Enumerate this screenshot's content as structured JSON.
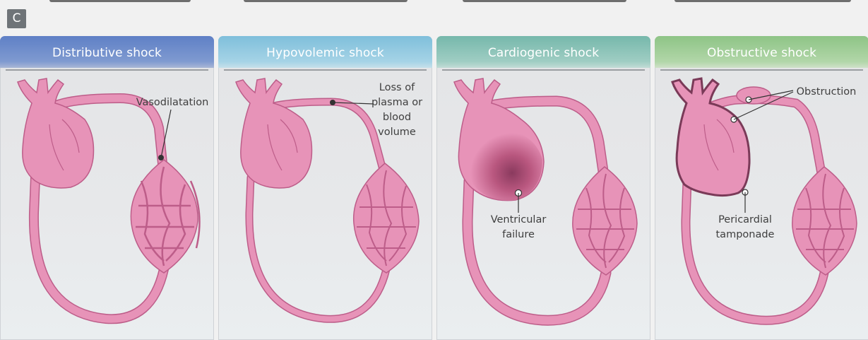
{
  "section_label": "C",
  "panels": [
    {
      "title": "Distributive shock",
      "header_color": "#6d8cc9",
      "labels": [
        "Vasodilatation"
      ]
    },
    {
      "title": "Hypovolemic shock",
      "header_color": "#8ec6dc",
      "labels": [
        "Loss of plasma or blood volume"
      ]
    },
    {
      "title": "Cardiogenic shock",
      "header_color": "#82bdb1",
      "labels": [
        "Ventricular failure"
      ]
    },
    {
      "title": "Obstructive shock",
      "header_color": "#98c98f",
      "labels": [
        "Obstruction",
        "Pericardial tamponade"
      ]
    }
  ],
  "colors": {
    "vessel": "#e793b8",
    "vessel_stroke": "#bd5d89",
    "label_text": "#3f3f3f"
  }
}
